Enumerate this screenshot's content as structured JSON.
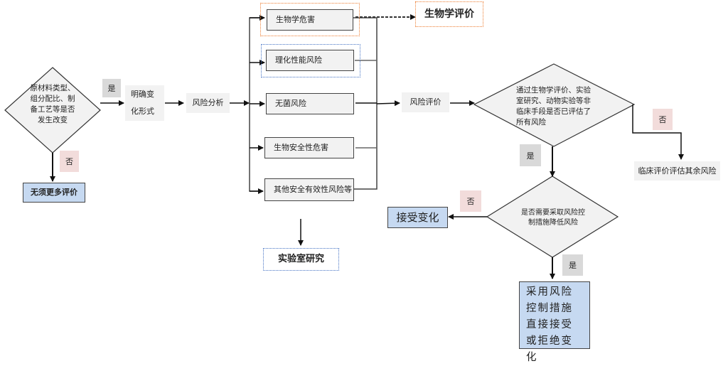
{
  "decision_change": {
    "text": "原材料类型、组分配比、制备工艺等是否发生改变"
  },
  "yes_1": "是",
  "no_1": "否",
  "no_further": "无须更多评价",
  "clarify_form": "明确变化形式",
  "risk_analysis": "风险分析",
  "risks": [
    {
      "label": "生物学危害"
    },
    {
      "label": "理化性能风险"
    },
    {
      "label": "无菌风险"
    },
    {
      "label": "生物安全性危害"
    },
    {
      "label": "其他安全有效性风险等"
    }
  ],
  "bio_eval": "生物学评价",
  "lab_study": "实验室研究",
  "risk_eval": "风险评价",
  "decision_assessed": {
    "text": "通过生物学评价、实验室研究、动物实验等非临床手段是否已评估了所有风险"
  },
  "no_2": "否",
  "clinical_eval": "临床评价评估其余风险",
  "yes_2": "是",
  "decision_control": {
    "text": "是否需要采取风险控制措施降低风险"
  },
  "no_3": "否",
  "accept_change": "接受变化",
  "yes_3": "是",
  "adopt_control": "采用风险控制措施直接接受或拒绝变化",
  "colors": {
    "blue_fill": "#c6d9f1",
    "grey_fill": "#f2f2f2",
    "yes_fill": "#d9d9d9",
    "no_fill": "#f2dcdb",
    "orange_dot": "#ed7d31",
    "blue_dot": "#4472c4"
  }
}
